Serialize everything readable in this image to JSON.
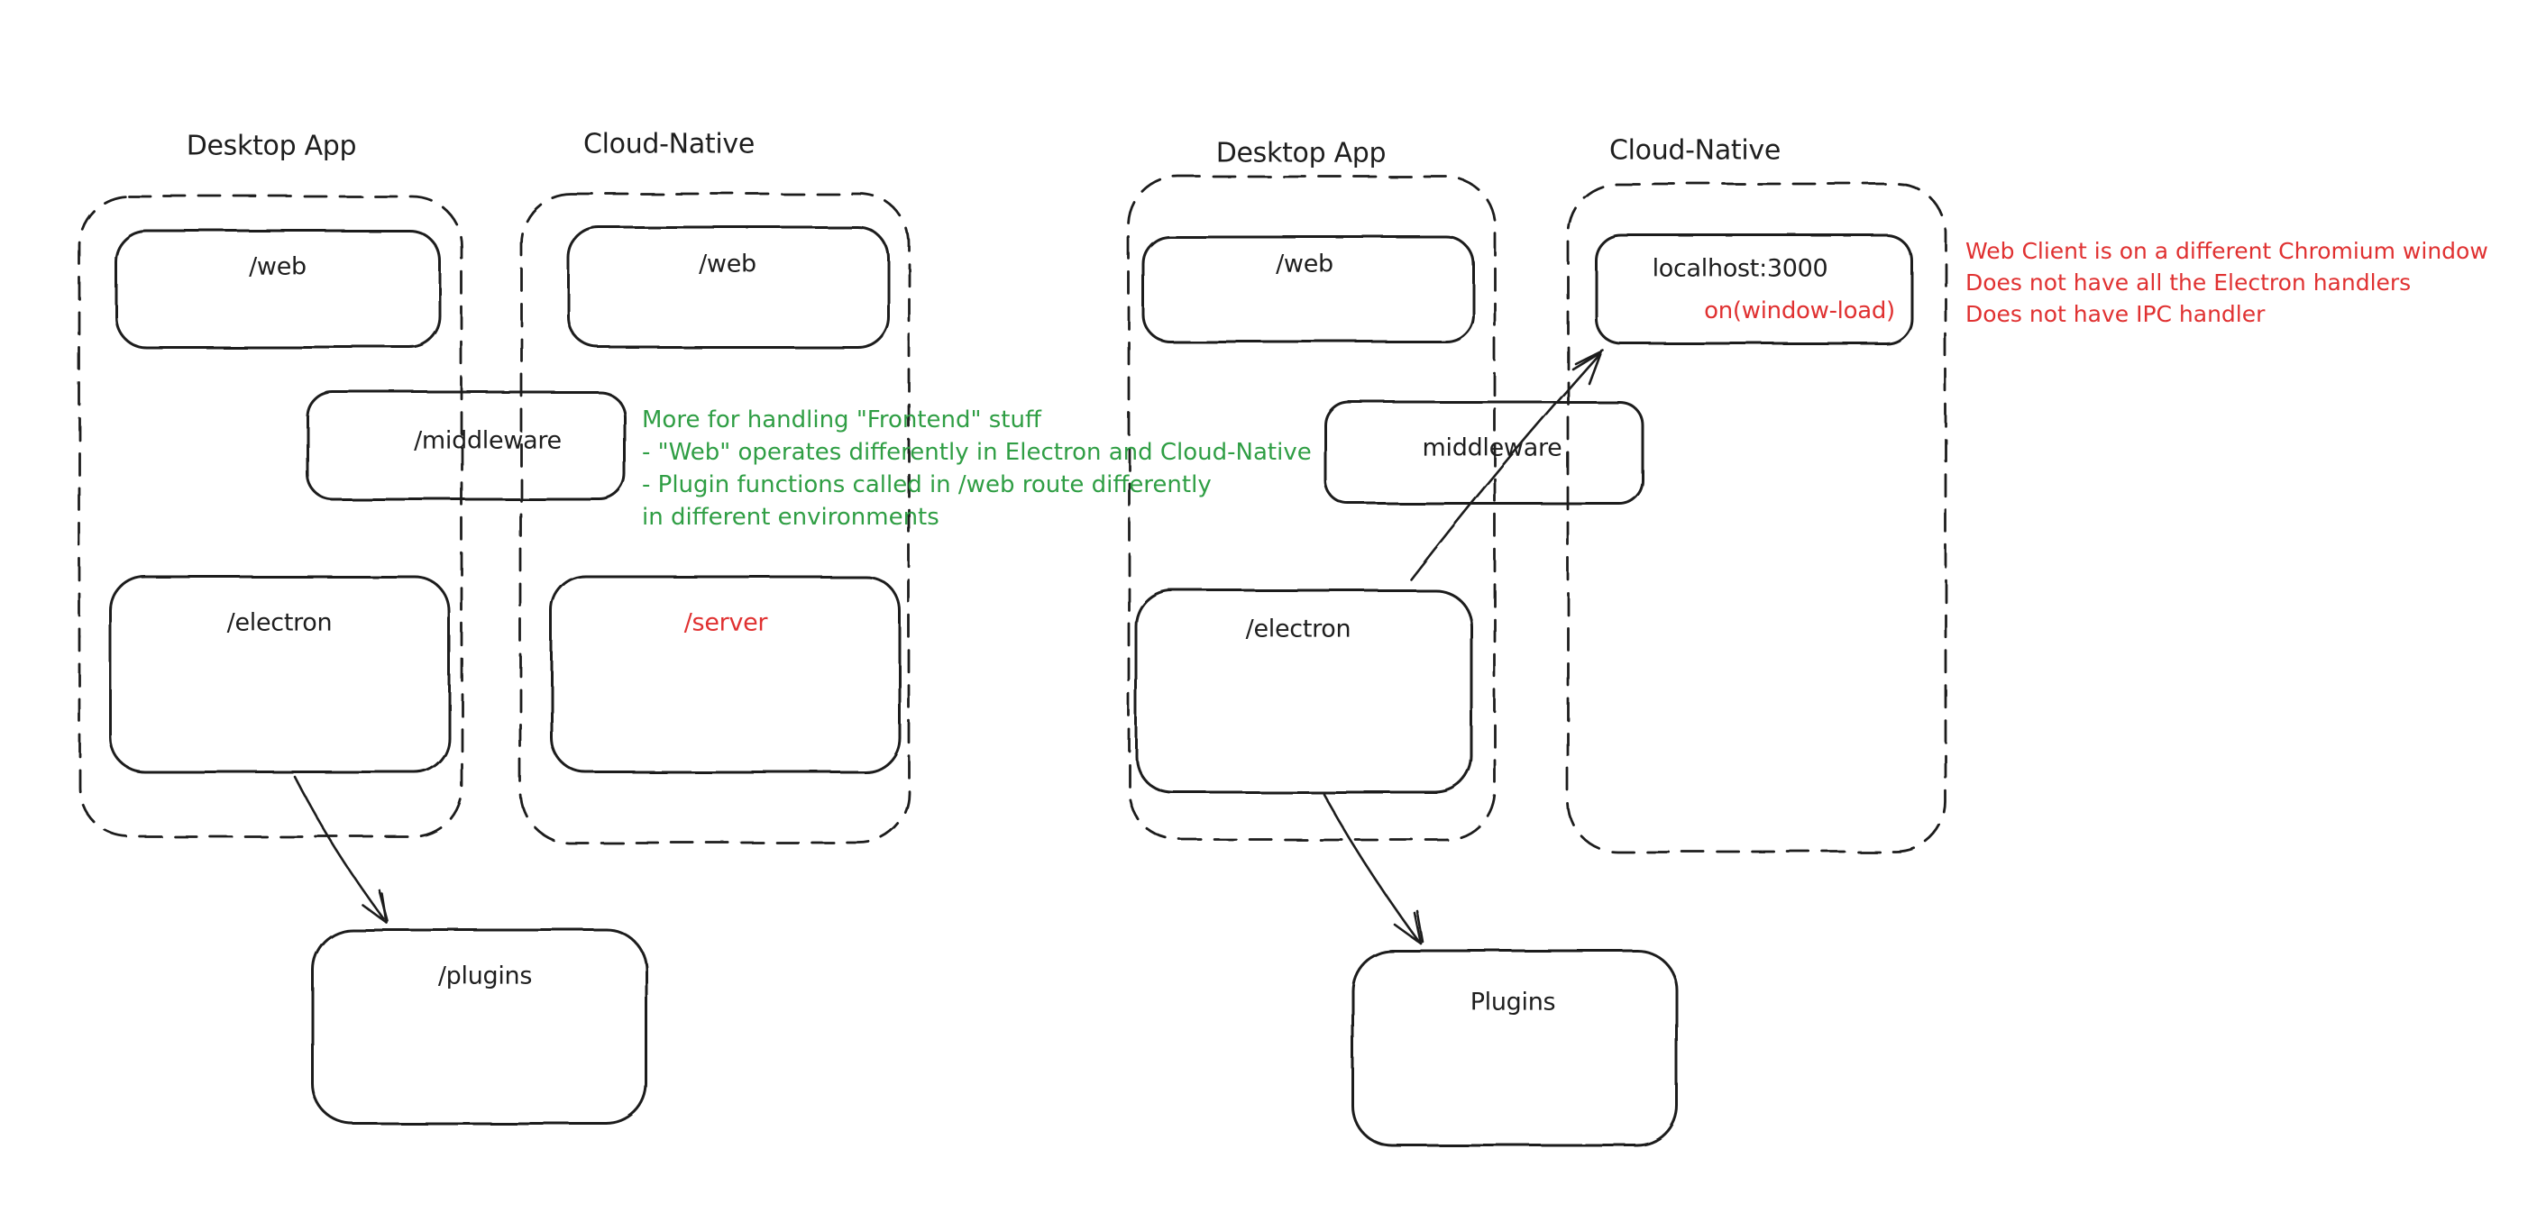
{
  "colors": {
    "stroke": "#1e1e1e",
    "green": "#2f9e44",
    "red": "#e03131",
    "background": "#ffffff"
  },
  "left_diagram": {
    "desktop_container_label": "Desktop App",
    "cloud_container_label": "Cloud-Native",
    "web_desktop_box": "/web",
    "web_cloud_box": "/web",
    "middleware_box": "/middleware",
    "electron_box": "/electron",
    "server_box": "/server",
    "plugins_box": "/plugins"
  },
  "right_diagram": {
    "desktop_container_label": "Desktop App",
    "cloud_container_label": "Cloud-Native",
    "web_box": "/web",
    "localhost_box": "localhost:3000",
    "localhost_annotation": "on(window-load)",
    "middleware_box": "middleware",
    "electron_box": "/electron",
    "plugins_box": "Plugins"
  },
  "green_note": {
    "line1": "More for handling \"Frontend\" stuff",
    "line2": "- \"Web\" operates differently in Electron and Cloud-Native",
    "line3": "- Plugin functions called in /web route differently",
    "line4": "in different environments"
  },
  "red_note": {
    "line1": "Web Client is on a different Chromium window",
    "line2": "Does not have all the Electron handlers",
    "line3": "Does not have IPC handler"
  }
}
